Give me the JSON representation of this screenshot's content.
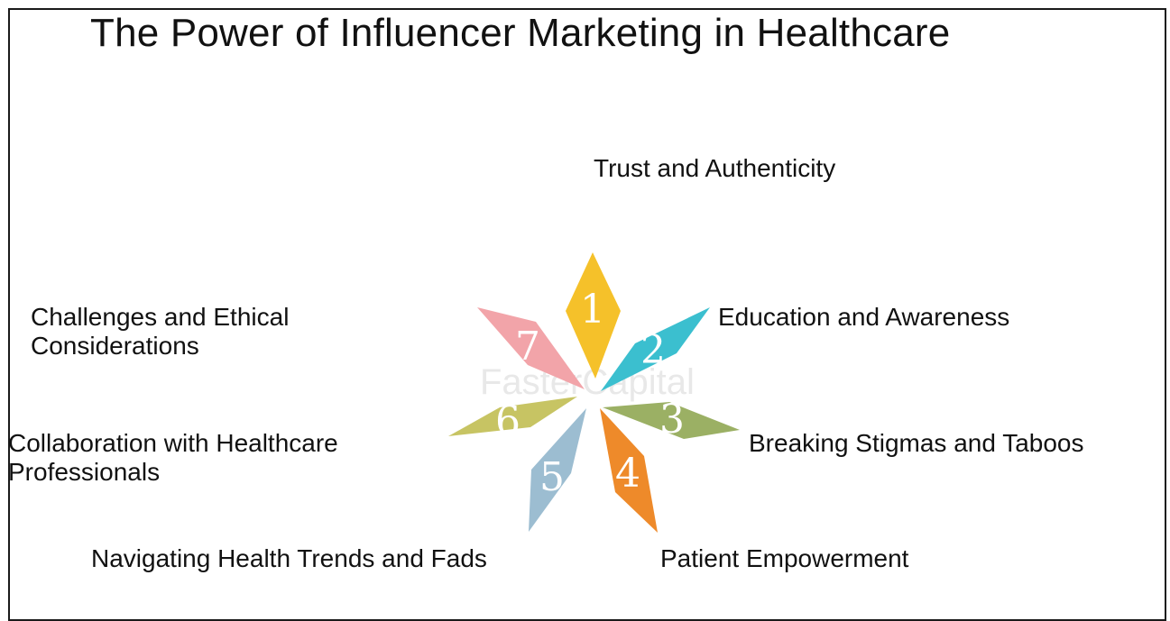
{
  "title": "The Power of Influencer Marketing in Healthcare",
  "watermark": "FasterCapital",
  "petals": [
    {
      "number": "1",
      "label": "Trust and Authenticity",
      "color": "#f5c12a"
    },
    {
      "number": "2",
      "label": "Education and Awareness",
      "color": "#3bbfcf"
    },
    {
      "number": "3",
      "label": "Breaking Stigmas and Taboos",
      "color": "#9bb064"
    },
    {
      "number": "4",
      "label": "Patient Empowerment",
      "color": "#ee8a2a"
    },
    {
      "number": "5",
      "label": "Navigating Health Trends and Fads",
      "color": "#9cbdd1"
    },
    {
      "number": "6",
      "label": "Collaboration with Healthcare Professionals",
      "color": "#c7c463"
    },
    {
      "number": "7",
      "label": "Challenges and Ethical Considerations",
      "color": "#f2a4a9"
    }
  ]
}
